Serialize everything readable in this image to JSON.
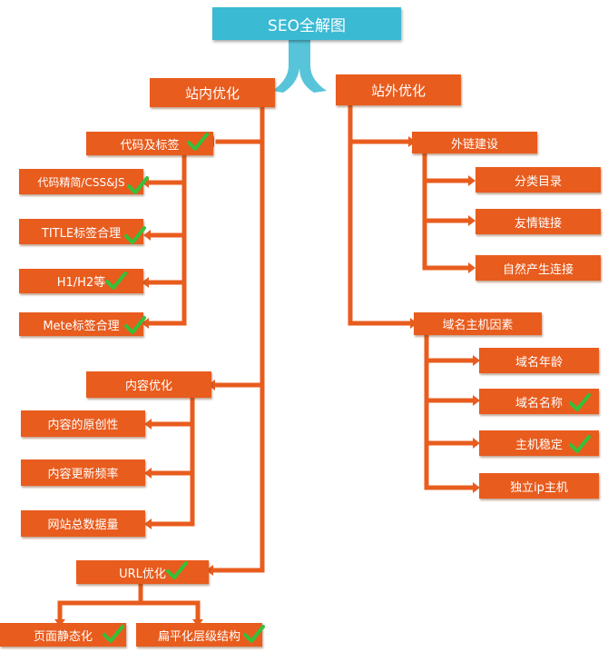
{
  "title": "SEO全解图",
  "colors": {
    "box": "#e85c1e",
    "title": "#3bbad3",
    "line": "#e85c1e",
    "check": "#35c03a"
  },
  "onsite": {
    "label": "站内优化",
    "code": {
      "label": "代码及标签",
      "items": [
        "代码精简/CSS&JS",
        "TITLE标签合理",
        "H1/H2等",
        "Mete标签合理"
      ]
    },
    "content": {
      "label": "内容优化",
      "items": [
        "内容的原创性",
        "内容更新频率",
        "网站总数据量"
      ]
    },
    "url": {
      "label": "URL优化",
      "items": [
        "页面静态化",
        "扁平化层级结构"
      ]
    }
  },
  "offsite": {
    "label": "站外优化",
    "links": {
      "label": "外链建设",
      "items": [
        "分类目录",
        "友情链接",
        "自然产生连接"
      ]
    },
    "domain": {
      "label": "域名主机因素",
      "items": [
        "域名年龄",
        "域名名称",
        "主机稳定",
        "独立ip主机"
      ]
    }
  }
}
